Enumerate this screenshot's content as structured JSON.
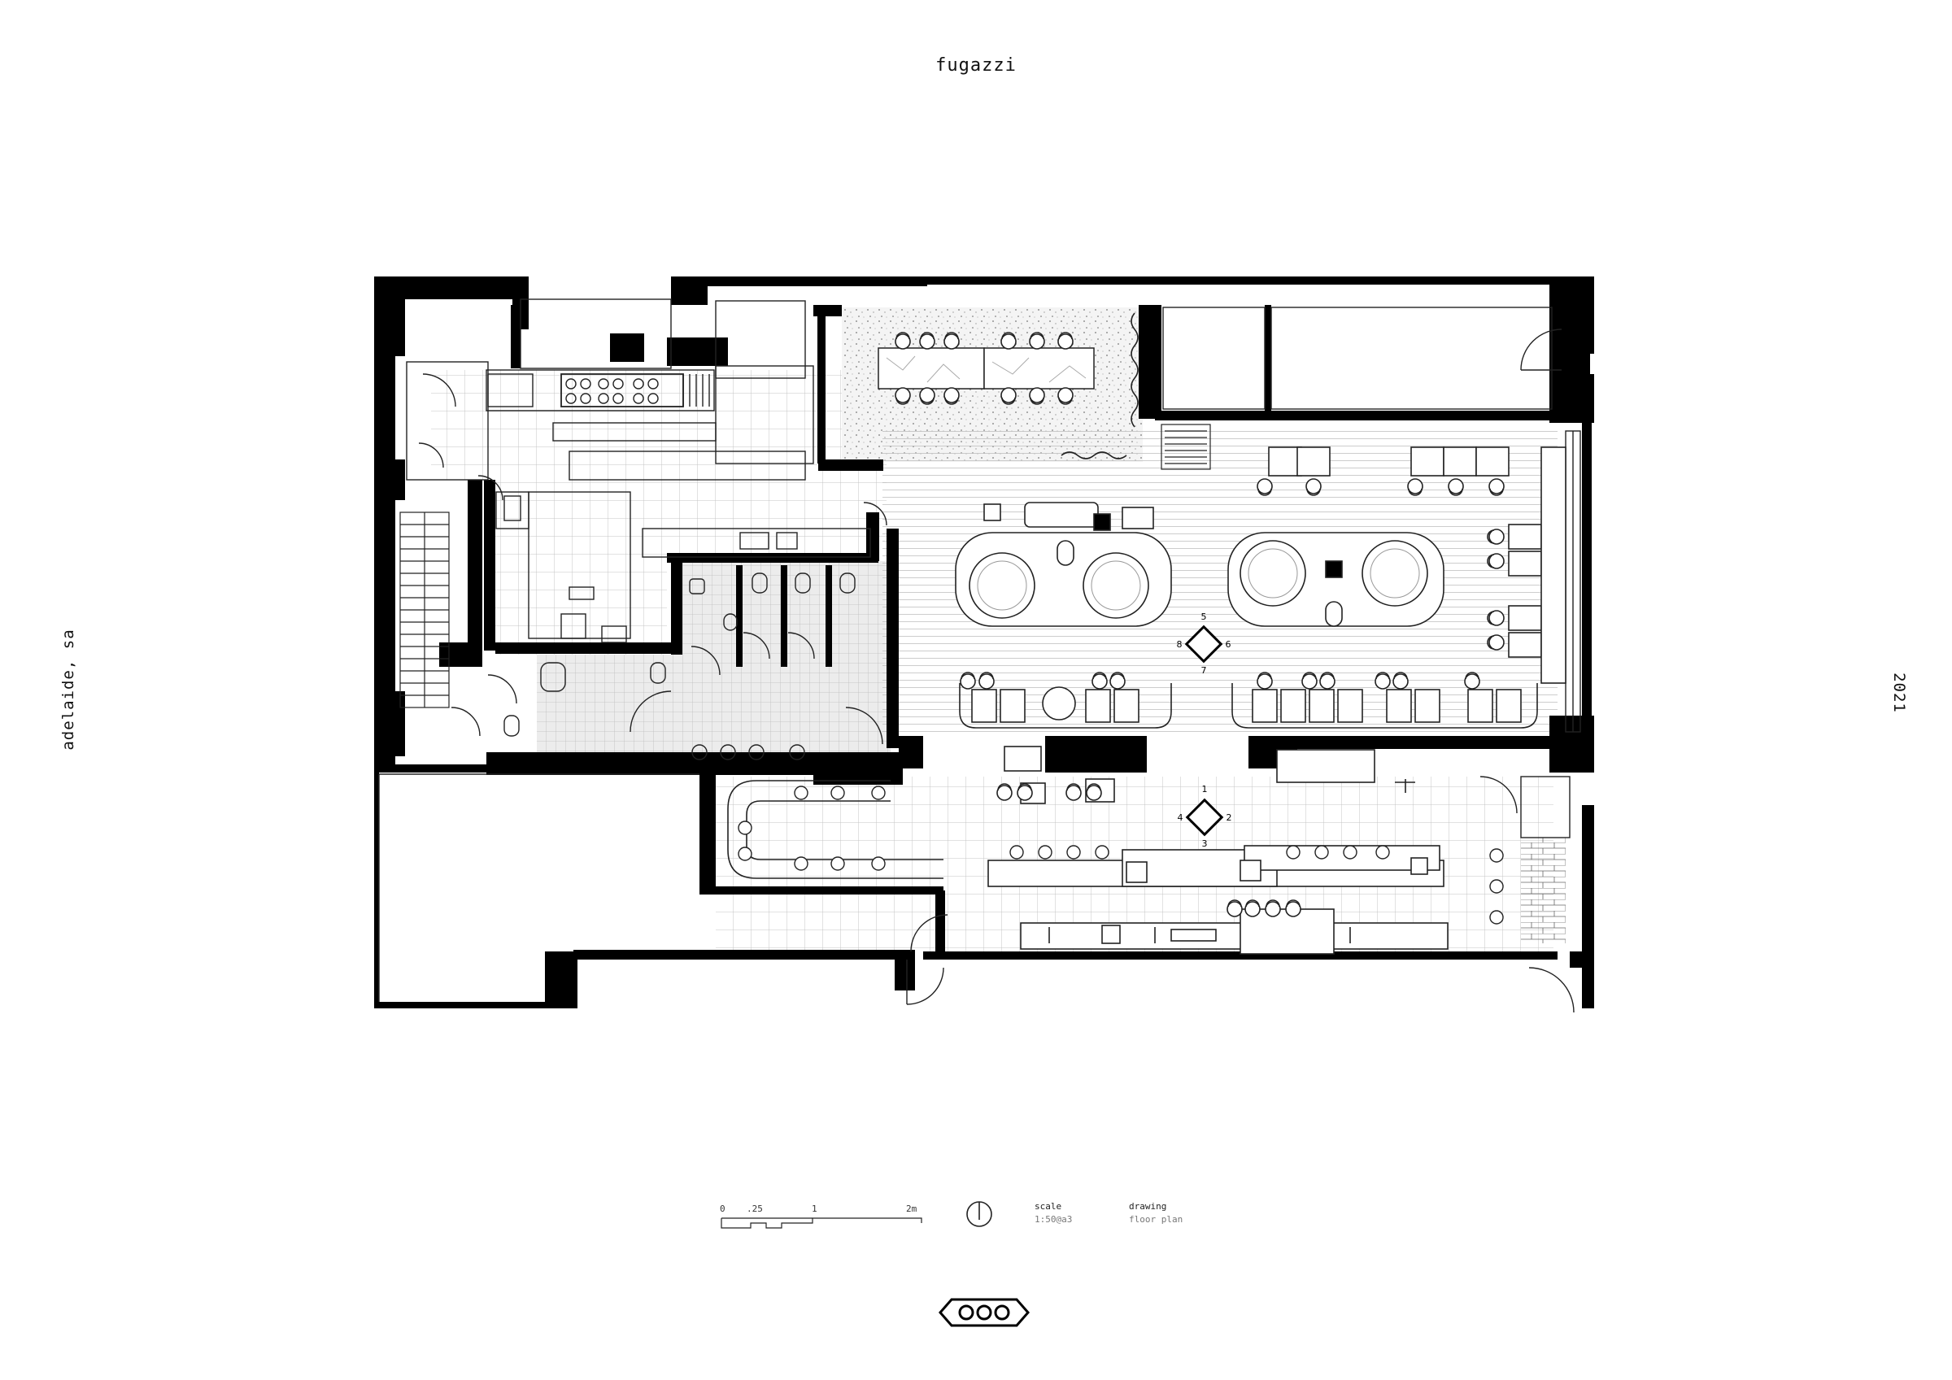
{
  "header": {
    "title": "fugazzi"
  },
  "side": {
    "location": "adelaide, sa",
    "year": "2021"
  },
  "scale_bar": {
    "ticks": [
      "0",
      ".25",
      "1",
      "2m"
    ]
  },
  "info": {
    "scale_label": "scale",
    "scale_value": "1:50@a3",
    "drawing_label": "drawing",
    "drawing_value": "floor plan"
  },
  "section_markers": [
    {
      "name": "section-marker-upper",
      "labels": [
        "5",
        "6",
        "7",
        "8"
      ]
    },
    {
      "name": "section-marker-lower",
      "labels": [
        "1",
        "2",
        "3",
        "4"
      ]
    }
  ],
  "colors": {
    "wall": "#000000",
    "line": "#222222",
    "terrazzo": "#d8d8d8",
    "tile": "#bbbbbb"
  },
  "icons": {
    "north_arrow": "north-arrow-icon",
    "logo": "logo-mark-icon"
  }
}
